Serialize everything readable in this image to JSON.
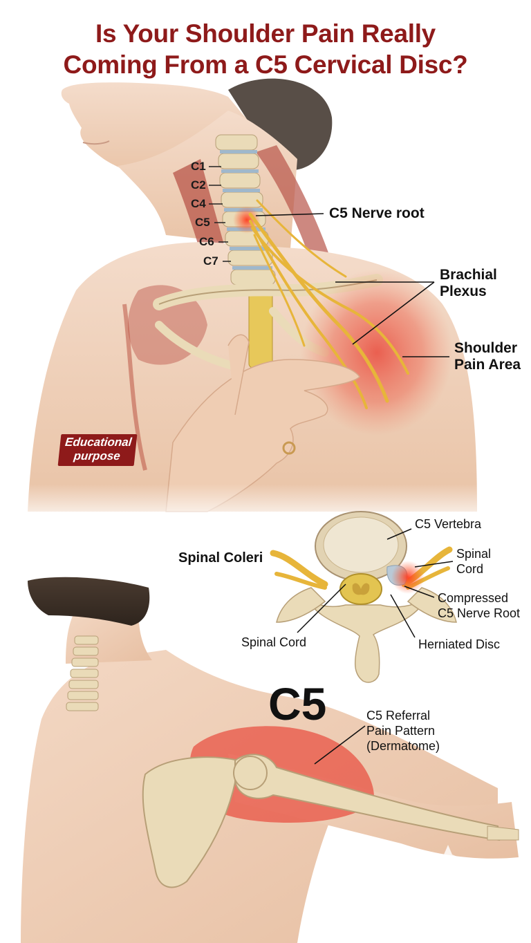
{
  "title": {
    "line1": "Is Your Shoulder Pain Really",
    "line2": "Coming From a C5 Cervical Disc?"
  },
  "vertebrae_labels": [
    "C1",
    "C2",
    "C4",
    "C5",
    "C6",
    "C7"
  ],
  "callouts": {
    "nerve_root": "C5 Nerve root",
    "brachial_1": "Brachial",
    "brachial_2": "Plexus",
    "shoulder_1": "Shoulder",
    "shoulder_2": "Pain Area"
  },
  "badge": {
    "line1": "Educational",
    "line2": "purpose"
  },
  "cross_section": {
    "left_title": "Spinal Coleri",
    "vertebra": "C5 Vertebra",
    "cord_right_1": "Spinal",
    "cord_right_2": "Cord",
    "compressed_1": "Compressed",
    "compressed_2": "C5 Nerve Root",
    "spinal_cord": "Spinal Cord",
    "herniated": "Herniated Disc"
  },
  "big_label": "C5",
  "referral": {
    "line1": "C5 Referral",
    "line2": "Pain Pattern",
    "line3": "(Dermatome)"
  },
  "colors": {
    "title": "#8e1a1a",
    "pain": "#e8392c",
    "nerve": "#e7b53a",
    "bone": "#eadbb8",
    "skin": "#f0d2bb",
    "muscle": "#b8564a"
  }
}
